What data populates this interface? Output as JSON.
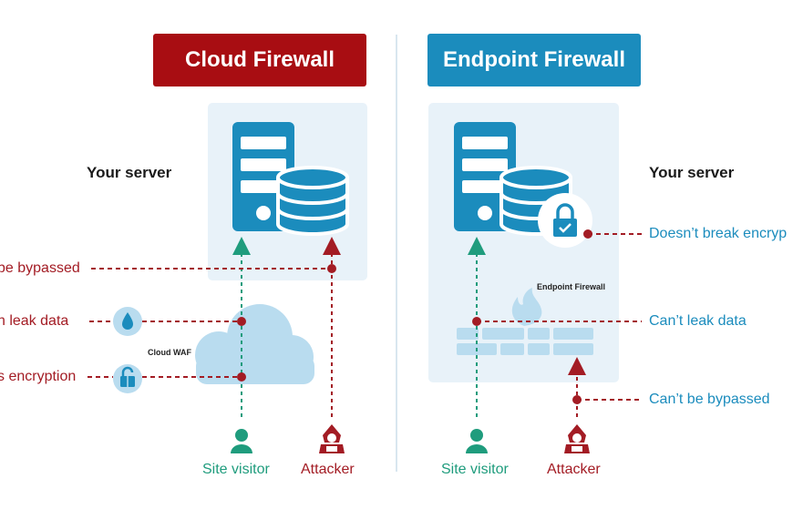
{
  "left": {
    "title": "Cloud Firewall",
    "server_label": "Your server",
    "waf_label": "Cloud WAF",
    "issues": [
      "be bypassed",
      "n leak  data",
      "s encryption"
    ],
    "visitor_label": "Site visitor",
    "attacker_label": "Attacker"
  },
  "right": {
    "title": "Endpoint Firewall",
    "server_label": "Your server",
    "firewall_label": "Endpoint Firewall",
    "benefits": [
      "Doesn’t break encryp",
      "Can’t leak  data",
      "Can’t be bypassed"
    ],
    "visitor_label": "Site visitor",
    "attacker_label": "Attacker"
  },
  "colors": {
    "red": "#a31c24",
    "blue": "#1b8cbd",
    "green": "#1f9c7d",
    "panel": "#e8f2f9",
    "cloud": "#b9dcef"
  },
  "icons": [
    "server-icon",
    "database-icon",
    "lock-icon",
    "water-drop-icon",
    "flame-icon",
    "brick-wall-icon",
    "user-icon",
    "hacker-icon",
    "cloud-icon"
  ]
}
